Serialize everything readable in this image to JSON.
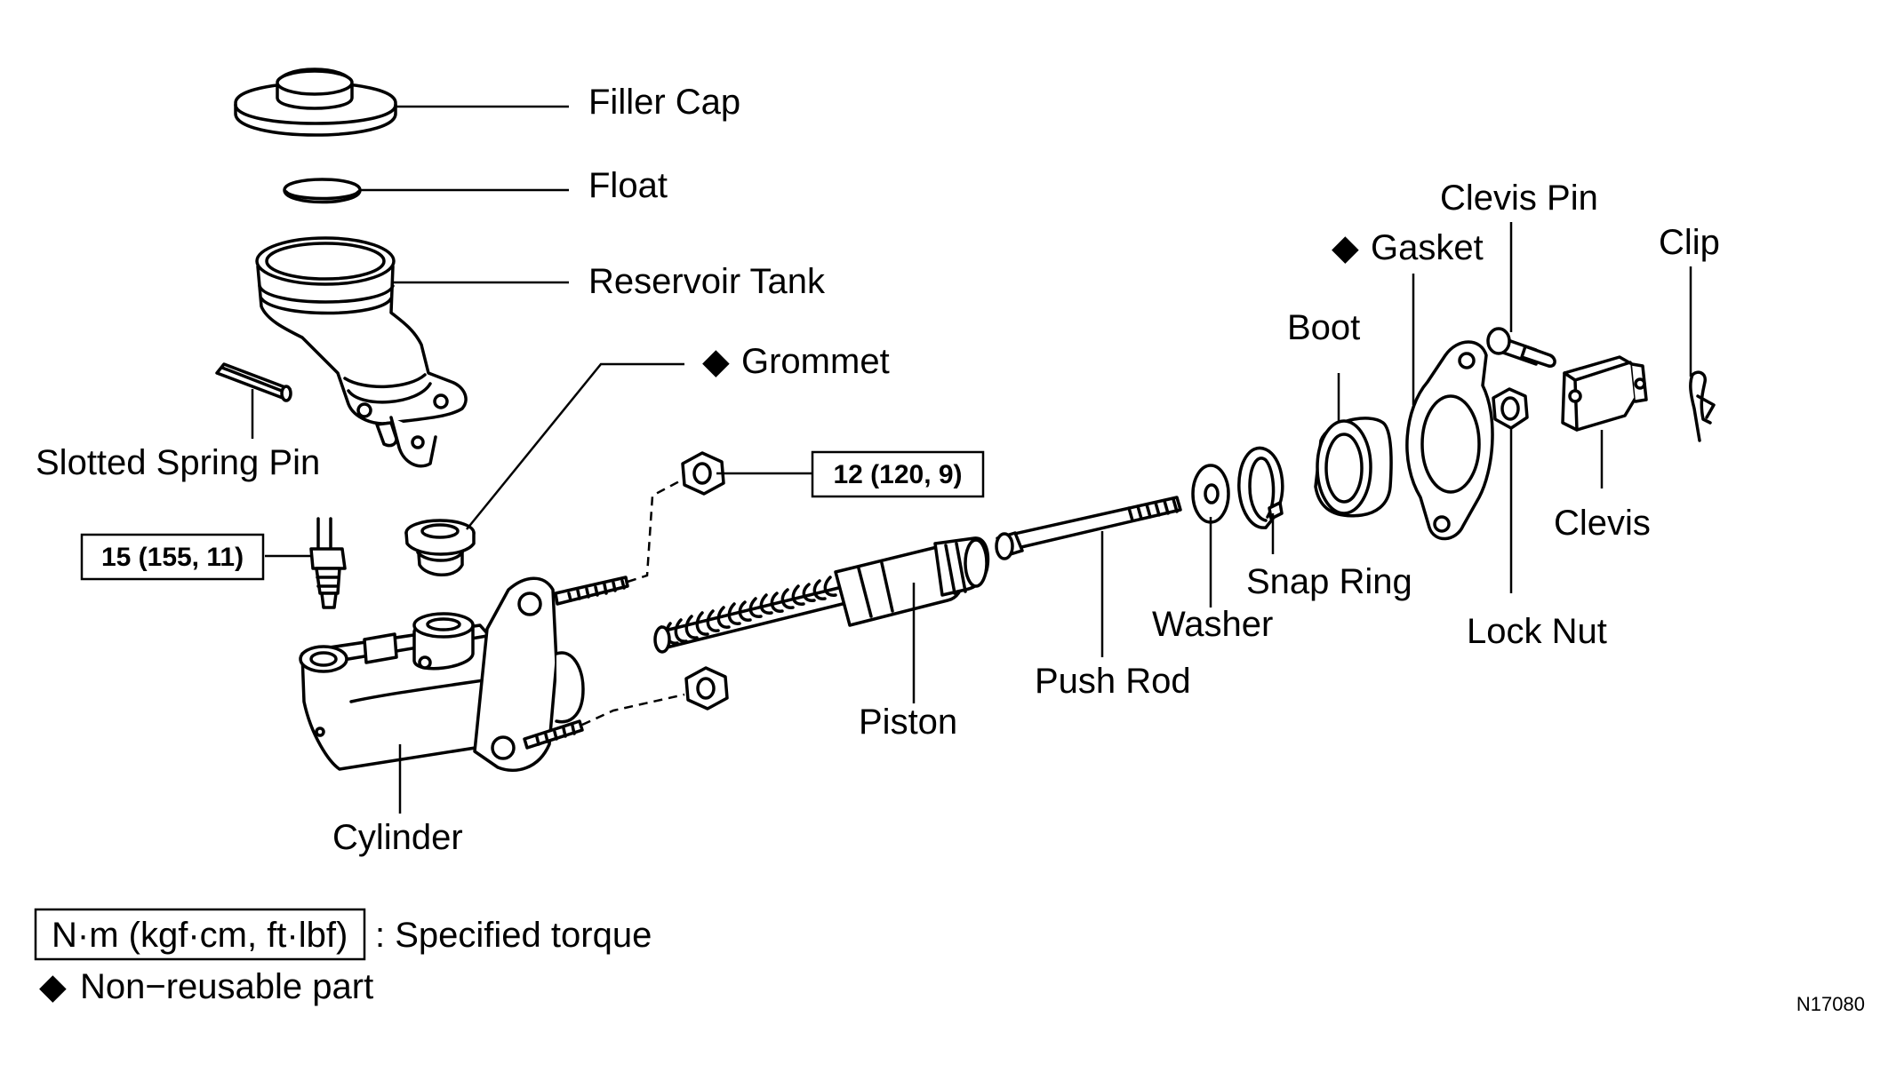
{
  "diagram": {
    "labels": {
      "filler_cap": "Filler Cap",
      "float": "Float",
      "reservoir_tank": "Reservoir Tank",
      "grommet": "Grommet",
      "slotted_spring_pin": "Slotted Spring Pin",
      "cylinder": "Cylinder",
      "piston": "Piston",
      "push_rod": "Push Rod",
      "washer": "Washer",
      "snap_ring": "Snap Ring",
      "boot": "Boot",
      "gasket": "Gasket",
      "clevis_pin": "Clevis Pin",
      "clip": "Clip",
      "clevis": "Clevis",
      "lock_nut": "Lock Nut"
    },
    "torques": {
      "nut": "12 (120, 9)",
      "union": "15 (155, 11)"
    },
    "non_reusable_symbol": "◆",
    "legend": {
      "torque_unit": "N·m (kgf·cm, ft·lbf)",
      "torque_desc": ": Specified torque",
      "non_reusable": "Non−reusable part"
    },
    "figure_code": "N17080"
  }
}
